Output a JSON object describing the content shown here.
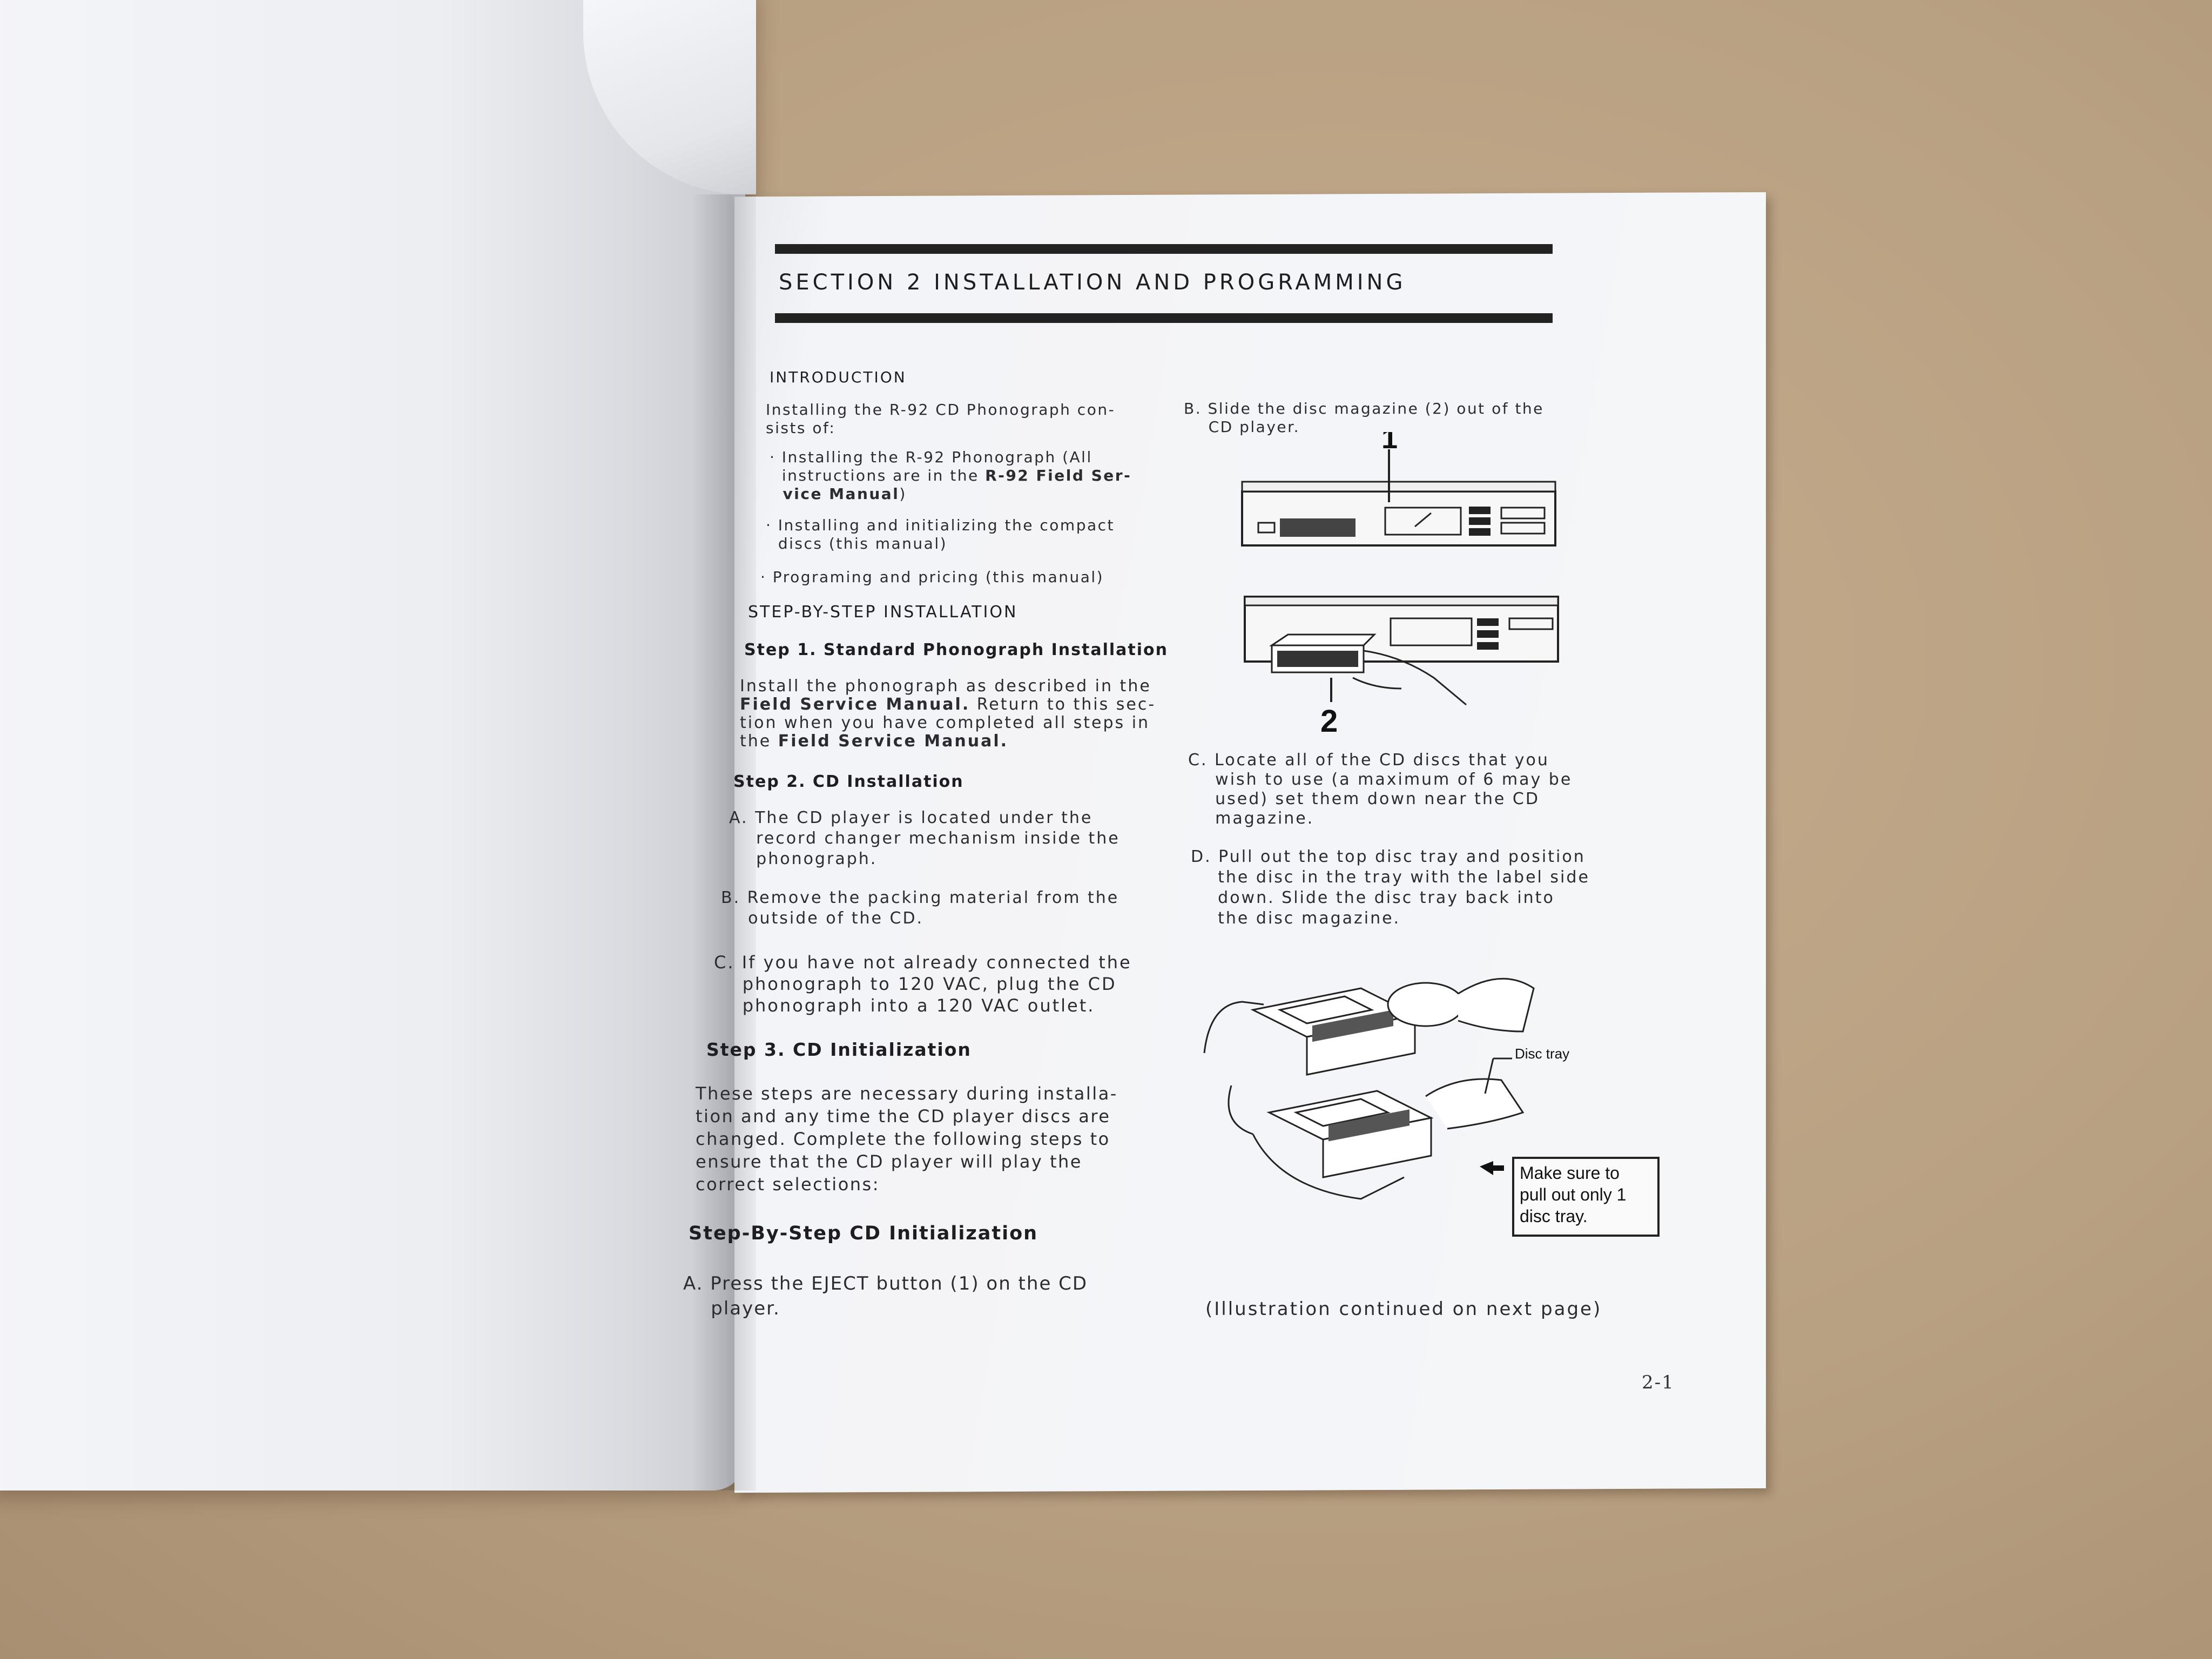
{
  "header": {
    "title": "SECTION 2   INSTALLATION AND PROGRAMMING"
  },
  "left_column": {
    "intro_heading": "INTRODUCTION",
    "intro_text": "Installing the R-92 CD Phonograph con-\nsists of:",
    "bullets": [
      {
        "pre": "· Installing the R-92 Phonograph (All\n  instructions are in the ",
        "bold": "R-92 Field Ser-\n  vice Manual",
        "post": ")"
      },
      {
        "pre": "· Installing and initializing the compact\n  discs (this manual)",
        "bold": "",
        "post": ""
      },
      {
        "pre": "· Programing and pricing (this manual)",
        "bold": "",
        "post": ""
      }
    ],
    "sbs_heading": "STEP-BY-STEP INSTALLATION",
    "step1_heading": "Step 1. Standard Phonograph Installation",
    "step1_text_a": "Install the phonograph as described in the",
    "step1_bold_a": "Field Service Manual.",
    "step1_text_b": " Return to this sec-\ntion when you have completed all steps in\nthe ",
    "step1_bold_b": "Field Service Manual.",
    "step2_heading": "Step 2. CD Installation",
    "step2_items": [
      "A. The CD player is located under the\n    record changer mechanism inside the\n    phonograph.",
      "B. Remove the packing material from the\n    outside of the CD.",
      "C. If you have not already connected the\n    phonograph to 120 VAC, plug the CD\n    phonograph into a 120 VAC outlet."
    ],
    "step3_heading": "Step 3. CD Initialization",
    "step3_text": "These steps are necessary during installa-\ntion and any time the CD player discs are\nchanged. Complete the following steps to\nensure that the CD player will play the\ncorrect selections:",
    "sbs_cd_heading": "Step-By-Step CD Initialization",
    "item_a": "A. Press the EJECT button (1) on the CD\n    player."
  },
  "right_column": {
    "item_b": "B. Slide the disc magazine (2) out of the\n    CD player.",
    "callout_1": "1",
    "callout_2": "2",
    "item_c": "C. Locate all of the CD discs that you\n    wish to use (a maximum of 6 may be\n    used) set them down near the CD\n    magazine.",
    "item_d": "D. Pull out the top disc tray and position\n    the disc in the tray with the label side\n    down. Slide the disc tray back into\n    the disc magazine.",
    "disc_tray_label": "Disc tray",
    "warning_box": "Make sure to\npull out only 1\ndisc tray.",
    "continued": "(Illustration continued on next page)"
  },
  "footer": {
    "page_number": "2-1"
  }
}
